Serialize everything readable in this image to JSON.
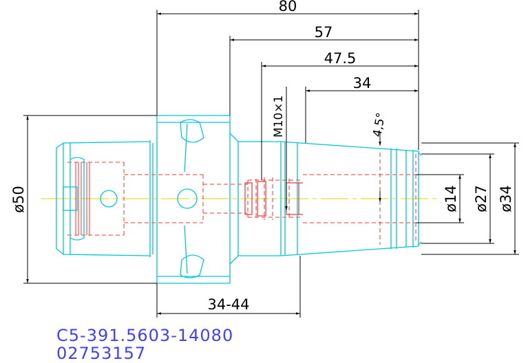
{
  "colors": {
    "part_outline": "#00c8d8",
    "hidden_lines": "#ff3030",
    "centerline": "#d8d800",
    "dimension": "#000000",
    "code_text": "#4040ff"
  },
  "dimensions": {
    "len_80": "80",
    "len_57": "57",
    "len_47_5": "47.5",
    "len_34": "34",
    "thread": "M10×1",
    "angle": "4,5°",
    "clamp_range": "34-44",
    "dia_50": "ø50",
    "dia_14": "ø14",
    "dia_27": "ø27",
    "dia_34": "ø34"
  },
  "part": {
    "code": "C5-391.5603-14080",
    "number": "02753157"
  }
}
